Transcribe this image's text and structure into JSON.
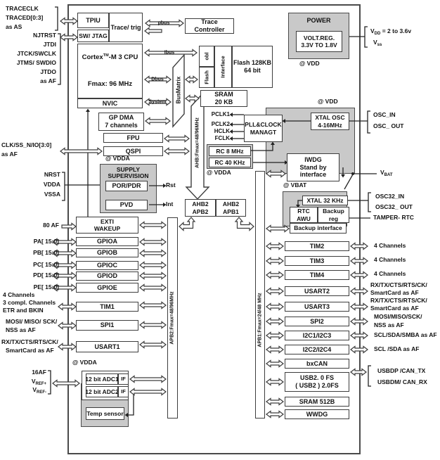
{
  "io_left": {
    "trace": [
      "TRACECLK",
      "TRACED[0:3]",
      "as AS"
    ],
    "jtag": [
      "NJTRST",
      "JTDI",
      "JTCK/SWCLK",
      "JTMS/ SWDIO",
      "JTDO",
      "as AF"
    ],
    "qspi": [
      "CLK/SS_N/IO[3:0]",
      "as AF"
    ],
    "rst_pins": [
      "NRST",
      "VDDA",
      "VSSA"
    ],
    "exti": "80 AF",
    "ports": [
      "PA[ 15:0]",
      "PB[ 15:0]",
      "PC[ 15:0]",
      "PD[ 15:0]",
      "PE[ 15:0]"
    ],
    "tim1": [
      "4 Channels",
      "3 compl. Channels",
      "ETR and BKIN"
    ],
    "spi1": [
      "MOSI/ MISO/ SCK/",
      "NSS as AF"
    ],
    "usart1": [
      "RX/TX/CTS/RTS/CK/",
      "SmartCard as AF"
    ],
    "adc": "16AF",
    "vref_plus": {
      "pre": "V",
      "sub": "REF+"
    },
    "vref_minus": {
      "pre": "V",
      "sub": "REF-"
    }
  },
  "io_right": {
    "vdd": {
      "pre": "V",
      "sub": "DD",
      "post": " = 2 to 3.6v"
    },
    "vss": {
      "pre": "V",
      "sub": "ss"
    },
    "osc_in": "OSC_IN",
    "osc_out": "OSC_ OUT",
    "vbat": {
      "pre": "V",
      "sub": "BAT"
    },
    "osc32_in": "OSC32_IN",
    "osc32_out": "OSC32_ OUT",
    "tamper": "TAMPER- RTC",
    "tim_channels": [
      "4 Channels",
      "4 Channels",
      "4 Channels"
    ],
    "usart2": [
      "RX/TX/CTS/RTS/CK/",
      "SmartCard as AF"
    ],
    "usart3": [
      "RX/TX/CTS/RTS/CK/",
      "SmartCard as AF"
    ],
    "spi2": [
      "MOSI/MISO/SCK/",
      "NSS as AF"
    ],
    "i2c13": "SCL/SDA/SMBA as AF",
    "i2c24": "SCL /SDA as AF",
    "usbdp": "USBDP /CAN_TX",
    "usbdm": "USBDM/ CAN_RX"
  },
  "blocks": {
    "tpiu": "TPIU",
    "sw_jtag": "SW/ JTAG",
    "trace_trig": "Trace/ trig",
    "cortex": {
      "pre": "Cortex",
      "sup": "TM",
      "post": "-M 3 CPU"
    },
    "cortex_fmax": "Fmax: 96 MHz",
    "nvic": "NVIC",
    "trace_ctrl": [
      "Trace",
      "Controller"
    ],
    "obl": "obl",
    "flash_col": "Flash",
    "iface": "Interface",
    "flash": [
      "Flash 128KB",
      "64 bit"
    ],
    "sram": [
      "SRAM",
      "20 KB"
    ],
    "gpdma": [
      "GP DMA",
      "7 channels"
    ],
    "fpu": "FPU",
    "qspi": "QSPI",
    "supply": [
      "SUPPLY",
      "SUPERVISION"
    ],
    "por": "POR/PDR",
    "pvd": "PVD",
    "power": "POWER",
    "voltreg": [
      "VOLT.REG.",
      "3.3V TO 1.8V"
    ],
    "pll": [
      "PLL&CLOCK",
      "MANAGT"
    ],
    "xtal": [
      "XTAL OSC",
      "4-16MHz"
    ],
    "rc8": "RC 8 MHz",
    "rc40": "RC 40 KHz",
    "iwdg": [
      "IWDG",
      "Stand by",
      "interface"
    ],
    "xtal32": "XTAL 32 KHz",
    "rtc": [
      "RTC",
      "AWU"
    ],
    "bkp_reg": [
      "Backup",
      "reg"
    ],
    "bkp_if": "Backup interface",
    "bridge2": [
      "AHB2",
      "APB2"
    ],
    "bridge1": [
      "AHB2",
      "APB1"
    ],
    "exti": [
      "EXTI",
      "WAKEUP"
    ],
    "gpioa": "GPIOA",
    "gpiob": "GPIOB",
    "gpioc": "GPIOC",
    "gpiod": "GPIOD",
    "gpioe": "GPIOE",
    "tim1": "TIM1",
    "spi1": "SPI1",
    "usart1": "USART1",
    "adc1": "12 bit ADC1",
    "adc2": "12 bit ADC2",
    "if1": "IF",
    "if2": "IF",
    "temp": "Temp sensor",
    "tim2": "TIM2",
    "tim3": "TIM3",
    "tim4": "TIM4",
    "usart2": "USART2",
    "usart3": "USART3",
    "spi2": "SPI2",
    "i2c13": "I2C1/I2C3",
    "i2c24": "I2C2/I2C4",
    "bxcan": "bxCAN",
    "usb": [
      "USB2. 0 FS",
      "( USB2 ) 2.0FS"
    ],
    "sram512": "SRAM 512B",
    "wwdg": "WWDG"
  },
  "buses": {
    "pbus": "pbus",
    "ibus": "Ibus",
    "dbus": "Dbus",
    "system": "System",
    "busmatrix": "BusMatrix",
    "ahb": "AHB:Fmax=48/96MHz",
    "apb2": "APB2:Fmax=48/96MHz",
    "apb1": "APB1:Fmax=24/48 MHz"
  },
  "clocks": {
    "pclk1": "PCLK1",
    "pclk2": "PCLK2",
    "hclk": "HCLK",
    "fclk": "FCLK"
  },
  "power_domains": {
    "power_vdd": "@ VDD",
    "clock_vdd": "@ VDD",
    "supply_vdda": "@ VDDA",
    "rc_vdda": "@ VDDA",
    "vbat": "@ VBAT",
    "adc_vdda": "@ VDDA"
  },
  "signals": {
    "rst": "Rst",
    "int": "Int"
  }
}
